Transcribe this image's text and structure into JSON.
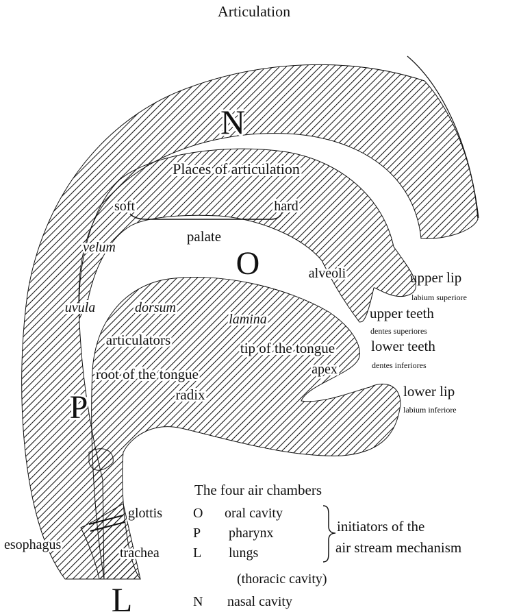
{
  "title": "Articulation",
  "chambers": {
    "N": "N",
    "O": "O",
    "P": "P",
    "L": "L"
  },
  "labels": {
    "places_of_articulation": "Places of articulation",
    "soft": "soft",
    "hard": "hard",
    "palate": "palate",
    "velum": "velum",
    "alveoli": "alveoli",
    "uvula": "uvula",
    "dorsum": "dorsum",
    "lamina": "lamina",
    "articulators": "articulators",
    "tip_of_the_tongue": "tip of the tongue",
    "apex": "apex",
    "root_of_the_tongue": "root of the tongue",
    "radix": "radix",
    "upper_lip": "upper lip",
    "upper_lip_latin": "labium superiore",
    "upper_teeth": "upper teeth",
    "upper_teeth_latin": "dentes superiores",
    "lower_teeth": "lower teeth",
    "lower_teeth_latin": "dentes inferiores",
    "lower_lip": "lower lip",
    "lower_lip_latin": "labium inferiore",
    "glottis": "glottis",
    "esophagus": "esophagus",
    "trachea": "trachea"
  },
  "legend": {
    "heading": "The four air chambers",
    "rows": [
      {
        "letter": "O",
        "name": "oral cavity"
      },
      {
        "letter": "P",
        "name": "pharynx"
      },
      {
        "letter": "L",
        "name": "lungs"
      }
    ],
    "lungs_note": "(thoracic cavity)",
    "nasal": {
      "letter": "N",
      "name": "nasal cavity"
    },
    "initiators_line1": "initiators of the",
    "initiators_line2": "air stream mechanism"
  },
  "colors": {
    "ink": "#111111",
    "background": "#ffffff"
  }
}
